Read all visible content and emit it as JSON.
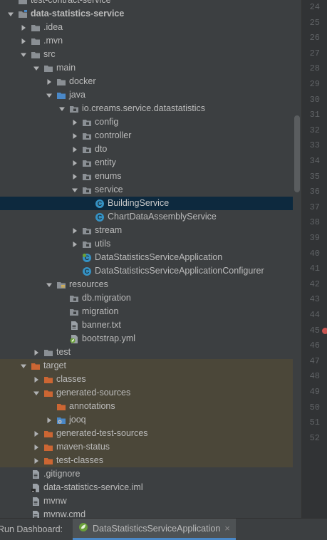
{
  "tree": [
    {
      "label": "test-contract-service",
      "depth": 0,
      "expand": "none",
      "icon": "module",
      "clipped": true
    },
    {
      "label": "data-statistics-service",
      "depth": 0,
      "expand": "down",
      "icon": "module",
      "bold": true
    },
    {
      "label": ".idea",
      "depth": 1,
      "expand": "right",
      "icon": "folder"
    },
    {
      "label": ".mvn",
      "depth": 1,
      "expand": "right",
      "icon": "folder"
    },
    {
      "label": "src",
      "depth": 1,
      "expand": "down",
      "icon": "folder"
    },
    {
      "label": "main",
      "depth": 2,
      "expand": "down",
      "icon": "folder"
    },
    {
      "label": "docker",
      "depth": 3,
      "expand": "right",
      "icon": "folder"
    },
    {
      "label": "java",
      "depth": 3,
      "expand": "down",
      "icon": "folder-source"
    },
    {
      "label": "io.creams.service.datastatistics",
      "depth": 4,
      "expand": "down",
      "icon": "package"
    },
    {
      "label": "config",
      "depth": 5,
      "expand": "right",
      "icon": "package"
    },
    {
      "label": "controller",
      "depth": 5,
      "expand": "right",
      "icon": "package"
    },
    {
      "label": "dto",
      "depth": 5,
      "expand": "right",
      "icon": "package"
    },
    {
      "label": "entity",
      "depth": 5,
      "expand": "right",
      "icon": "package"
    },
    {
      "label": "enums",
      "depth": 5,
      "expand": "right",
      "icon": "package"
    },
    {
      "label": "service",
      "depth": 5,
      "expand": "down",
      "icon": "package"
    },
    {
      "label": "BuildingService",
      "depth": 6,
      "expand": "none",
      "icon": "class",
      "selected": true
    },
    {
      "label": "ChartDataAssemblyService",
      "depth": 6,
      "expand": "none",
      "icon": "class"
    },
    {
      "label": "stream",
      "depth": 5,
      "expand": "right",
      "icon": "package"
    },
    {
      "label": "utils",
      "depth": 5,
      "expand": "right",
      "icon": "package"
    },
    {
      "label": "DataStatisticsServiceApplication",
      "depth": 5,
      "expand": "none",
      "icon": "spring-class"
    },
    {
      "label": "DataStatisticsServiceApplicationConfigurer",
      "depth": 5,
      "expand": "none",
      "icon": "class"
    },
    {
      "label": "resources",
      "depth": 3,
      "expand": "down",
      "icon": "folder-resources"
    },
    {
      "label": "db.migration",
      "depth": 4,
      "expand": "none",
      "icon": "package"
    },
    {
      "label": "migration",
      "depth": 4,
      "expand": "none",
      "icon": "package"
    },
    {
      "label": "banner.txt",
      "depth": 4,
      "expand": "none",
      "icon": "text-file"
    },
    {
      "label": "bootstrap.yml",
      "depth": 4,
      "expand": "none",
      "icon": "yml-file"
    },
    {
      "label": "test",
      "depth": 2,
      "expand": "right",
      "icon": "folder"
    },
    {
      "label": "target",
      "depth": 1,
      "expand": "down",
      "icon": "folder-excluded",
      "highlight": true
    },
    {
      "label": "classes",
      "depth": 2,
      "expand": "right",
      "icon": "folder-excluded",
      "highlight": true
    },
    {
      "label": "generated-sources",
      "depth": 2,
      "expand": "down",
      "icon": "folder-excluded",
      "highlight": true
    },
    {
      "label": "annotations",
      "depth": 3,
      "expand": "none",
      "icon": "folder-excluded",
      "highlight": true
    },
    {
      "label": "jooq",
      "depth": 3,
      "expand": "right",
      "icon": "folder-generated",
      "highlight": true
    },
    {
      "label": "generated-test-sources",
      "depth": 2,
      "expand": "right",
      "icon": "folder-excluded",
      "highlight": true
    },
    {
      "label": "maven-status",
      "depth": 2,
      "expand": "right",
      "icon": "folder-excluded",
      "highlight": true
    },
    {
      "label": "test-classes",
      "depth": 2,
      "expand": "right",
      "icon": "folder-excluded",
      "highlight": true
    },
    {
      "label": ".gitignore",
      "depth": 1,
      "expand": "none",
      "icon": "text-file"
    },
    {
      "label": "data-statistics-service.iml",
      "depth": 1,
      "expand": "none",
      "icon": "iml-file"
    },
    {
      "label": "mvnw",
      "depth": 1,
      "expand": "none",
      "icon": "text-file"
    },
    {
      "label": "mvnw.cmd",
      "depth": 1,
      "expand": "none",
      "icon": "text-file"
    }
  ],
  "gutter": {
    "line_numbers": [
      "24",
      "25",
      "26",
      "27",
      "28",
      "29",
      "30",
      "31",
      "32",
      "33",
      "34",
      "35",
      "36",
      "37",
      "38",
      "39",
      "40",
      "41",
      "42",
      "43",
      "44",
      "45",
      "46",
      "47",
      "48",
      "49",
      "50",
      "51",
      "52"
    ],
    "error_line": "45"
  },
  "bottom": {
    "run_label": "Run Dashboard:",
    "tab_label": "DataStatisticsServiceApplication",
    "close_glyph": "×"
  },
  "colors": {
    "background": "#3c3f41",
    "selection": "#0d293e",
    "excluded_highlight": "#4b4739",
    "folder": "#8a8f94",
    "source_folder": "#4a88c7",
    "excluded_folder": "#cc6633",
    "class_icon": "#3592c4",
    "spring": "#6a9f3a"
  }
}
